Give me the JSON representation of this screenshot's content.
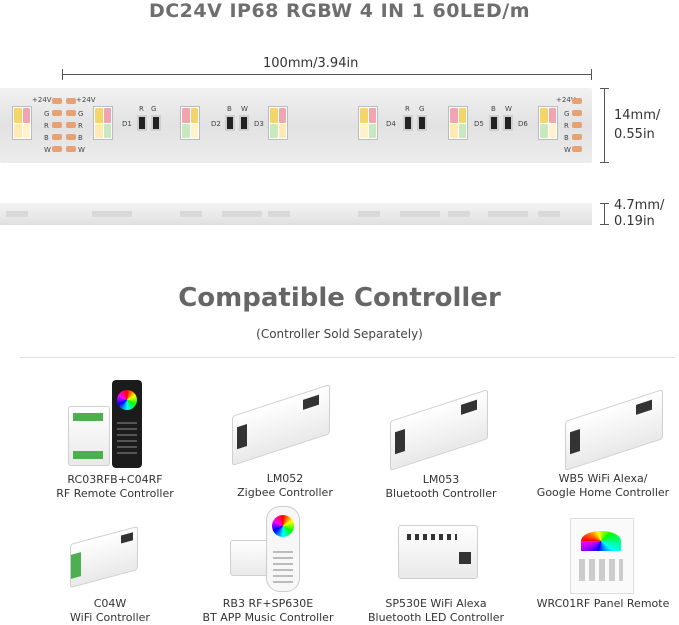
{
  "title": "DC24V IP68 RGBW 4 IN 1 60LED/m",
  "dims": {
    "length": "100mm/3.94in",
    "width_line1": "14mm/",
    "width_line2": "0.55in",
    "height_line1": "4.7mm/",
    "height_line2": "0.19in"
  },
  "strip_labels": {
    "plus24_left": "+24V",
    "plus24_mid": "+24V",
    "plus24_right": "+24V",
    "pins": [
      "G",
      "R",
      "B",
      "W"
    ],
    "d1": "D1",
    "d2": "D2",
    "d3": "D3",
    "d4": "D4",
    "d5": "D5",
    "d6": "D6",
    "r": "R",
    "g": "G",
    "b": "B"
  },
  "section": {
    "heading": "Compatible Controller",
    "subheading": "(Controller Sold Separately)"
  },
  "products": [
    {
      "line1": "RC03RFB+C04RF",
      "line2": "RF Remote Controller"
    },
    {
      "line1": "LM052",
      "line2": "Zigbee Controller"
    },
    {
      "line1": "LM053",
      "line2": "Bluetooth Controller"
    },
    {
      "line1": "WB5 WiFi Alexa/",
      "line2": "Google Home Controller"
    },
    {
      "line1": "C04W",
      "line2": "WiFi Controller"
    },
    {
      "line1": "RB3 RF+SP630E",
      "line2": "BT APP Music Controller"
    },
    {
      "line1": "SP530E WiFi Alexa",
      "line2": "Bluetooth LED Controller"
    },
    {
      "line1": "WRC01RF Panel Remote",
      "line2": ""
    }
  ]
}
